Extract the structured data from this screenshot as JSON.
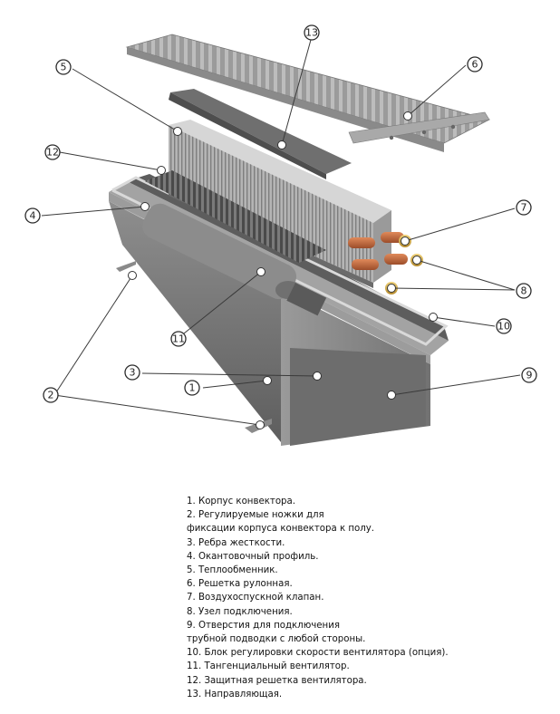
{
  "callouts": [
    "1",
    "2",
    "3",
    "4",
    "5",
    "6",
    "7",
    "8",
    "9",
    "10",
    "11",
    "12",
    "13"
  ],
  "legend": [
    "1. Корпус конвектора.",
    "2. Регулируемые ножки для",
    "фиксации корпуса конвектора к полу.",
    "3. Ребра жесткости.",
    "4. Окантовочный профиль.",
    "5. Теплообменник.",
    "6. Решетка рулонная.",
    "7. Воздухоспускной клапан.",
    "8. Узел подключения.",
    "9. Отверстия для подключения",
    "трубной подводки с любой стороны.",
    "10. Блок регулировки скорости вентилятора (опция).",
    "11. Тангенциальный вентилятор.",
    "12. Защитная решетка вентилятора.",
    "13. Направляющая."
  ]
}
